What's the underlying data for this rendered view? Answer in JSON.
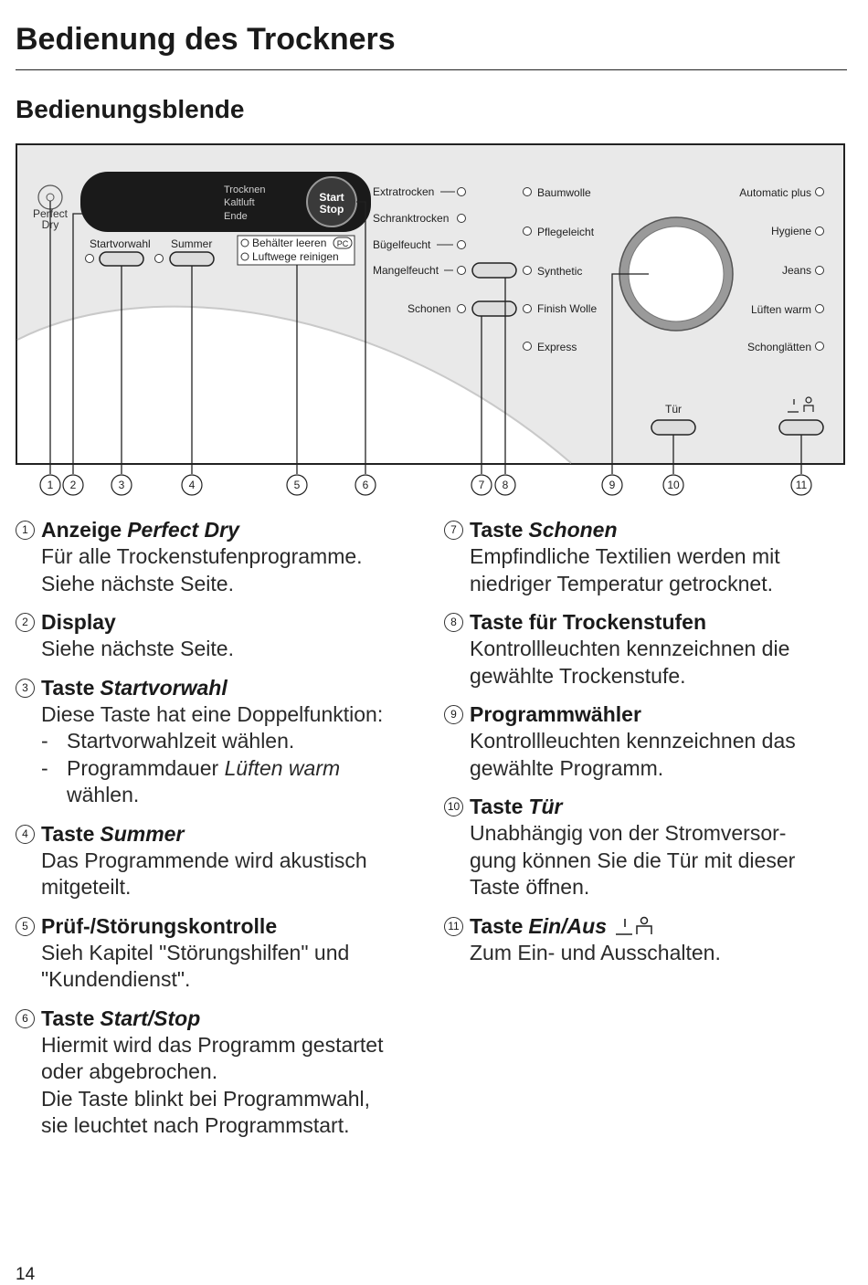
{
  "header": {
    "title": "Bedienung des Trockners",
    "subtitle": "Bedienungsblende"
  },
  "panel": {
    "perfect_dry_label": "Perfect Dry",
    "display_lines": [
      "Trocknen",
      "Kaltluft",
      "Ende"
    ],
    "start_stop_label": [
      "Start",
      "Stop"
    ],
    "startvorwahl_label": "Startvorwahl",
    "summer_label": "Summer",
    "pc_indicators": [
      "Behälter leeren",
      "Luftwege reinigen"
    ],
    "pc_badge": "PC",
    "dry_levels": [
      "Extratrocken",
      "Schranktrocken",
      "Bügelfeucht",
      "Mangelfeucht"
    ],
    "schonen_label": "Schonen",
    "programs_left": [
      "Baumwolle",
      "Pflegeleicht",
      "Synthetic",
      "Finish Wolle",
      "Express"
    ],
    "programs_right": [
      "Automatic plus",
      "Hygiene",
      "Jeans",
      "Lüften warm",
      "Schonglätten"
    ],
    "tuer_label": "Tür",
    "onoff_symbol": "I 0",
    "callouts": [
      "1",
      "2",
      "3",
      "4",
      "5",
      "6",
      "7",
      "8",
      "9",
      "10",
      "11"
    ]
  },
  "items": {
    "i1": {
      "num": "1",
      "plain": "Anzeige",
      "italic": "Perfect Dry",
      "lines": [
        "Für alle Trockenstufenprogramme.",
        "Siehe nächste Seite."
      ]
    },
    "i2": {
      "num": "2",
      "plain": "Display",
      "lines": [
        "Siehe nächste Seite."
      ]
    },
    "i3": {
      "num": "3",
      "plain": "Taste",
      "italic": "Startvorwahl",
      "lines": [
        "Diese Taste hat eine Doppelfunktion:"
      ],
      "dash1": "Startvorwahlzeit wählen.",
      "dash2_pre": "Programmdauer ",
      "dash2_ital": "Lüften warm",
      "dash2_cont": "wählen.",
      "dash_char": "-"
    },
    "i4": {
      "num": "4",
      "plain": "Taste",
      "italic": "Summer",
      "lines": [
        "Das Programmende wird akustisch",
        "mitgeteilt."
      ]
    },
    "i5": {
      "num": "5",
      "plain": "Prüf-/Störungskontrolle",
      "lines": [
        "Sieh Kapitel \"Störungshilfen\" und",
        "\"Kundendienst\"."
      ]
    },
    "i6": {
      "num": "6",
      "plain": "Taste",
      "italic": "Start/Stop",
      "lines": [
        "Hiermit wird das Programm gestartet",
        "oder abgebrochen.",
        "Die Taste blinkt bei Programmwahl,",
        "sie leuchtet nach Programmstart."
      ]
    },
    "i7": {
      "num": "7",
      "plain": "Taste",
      "italic": "Schonen",
      "lines": [
        "Empfindliche Textilien werden mit",
        "niedriger Temperatur getrocknet."
      ]
    },
    "i8": {
      "num": "8",
      "plain": "Taste für Trockenstufen",
      "lines": [
        "Kontrollleuchten kennzeichnen die",
        "gewählte Trockenstufe."
      ]
    },
    "i9": {
      "num": "9",
      "plain": "Programmwähler",
      "lines": [
        "Kontrollleuchten kennzeichnen das",
        "gewählte Programm."
      ]
    },
    "i10": {
      "num": "10",
      "plain": "Taste",
      "italic": "Tür",
      "lines": [
        "Unabhängig von der Stromversor-",
        "gung können Sie die Tür mit dieser",
        "Taste öffnen."
      ]
    },
    "i11": {
      "num": "11",
      "plain": "Taste",
      "italic": "Ein/Aus",
      "lines": [
        "Zum Ein- und Ausschalten."
      ]
    }
  },
  "footer": {
    "page_number": "14"
  }
}
